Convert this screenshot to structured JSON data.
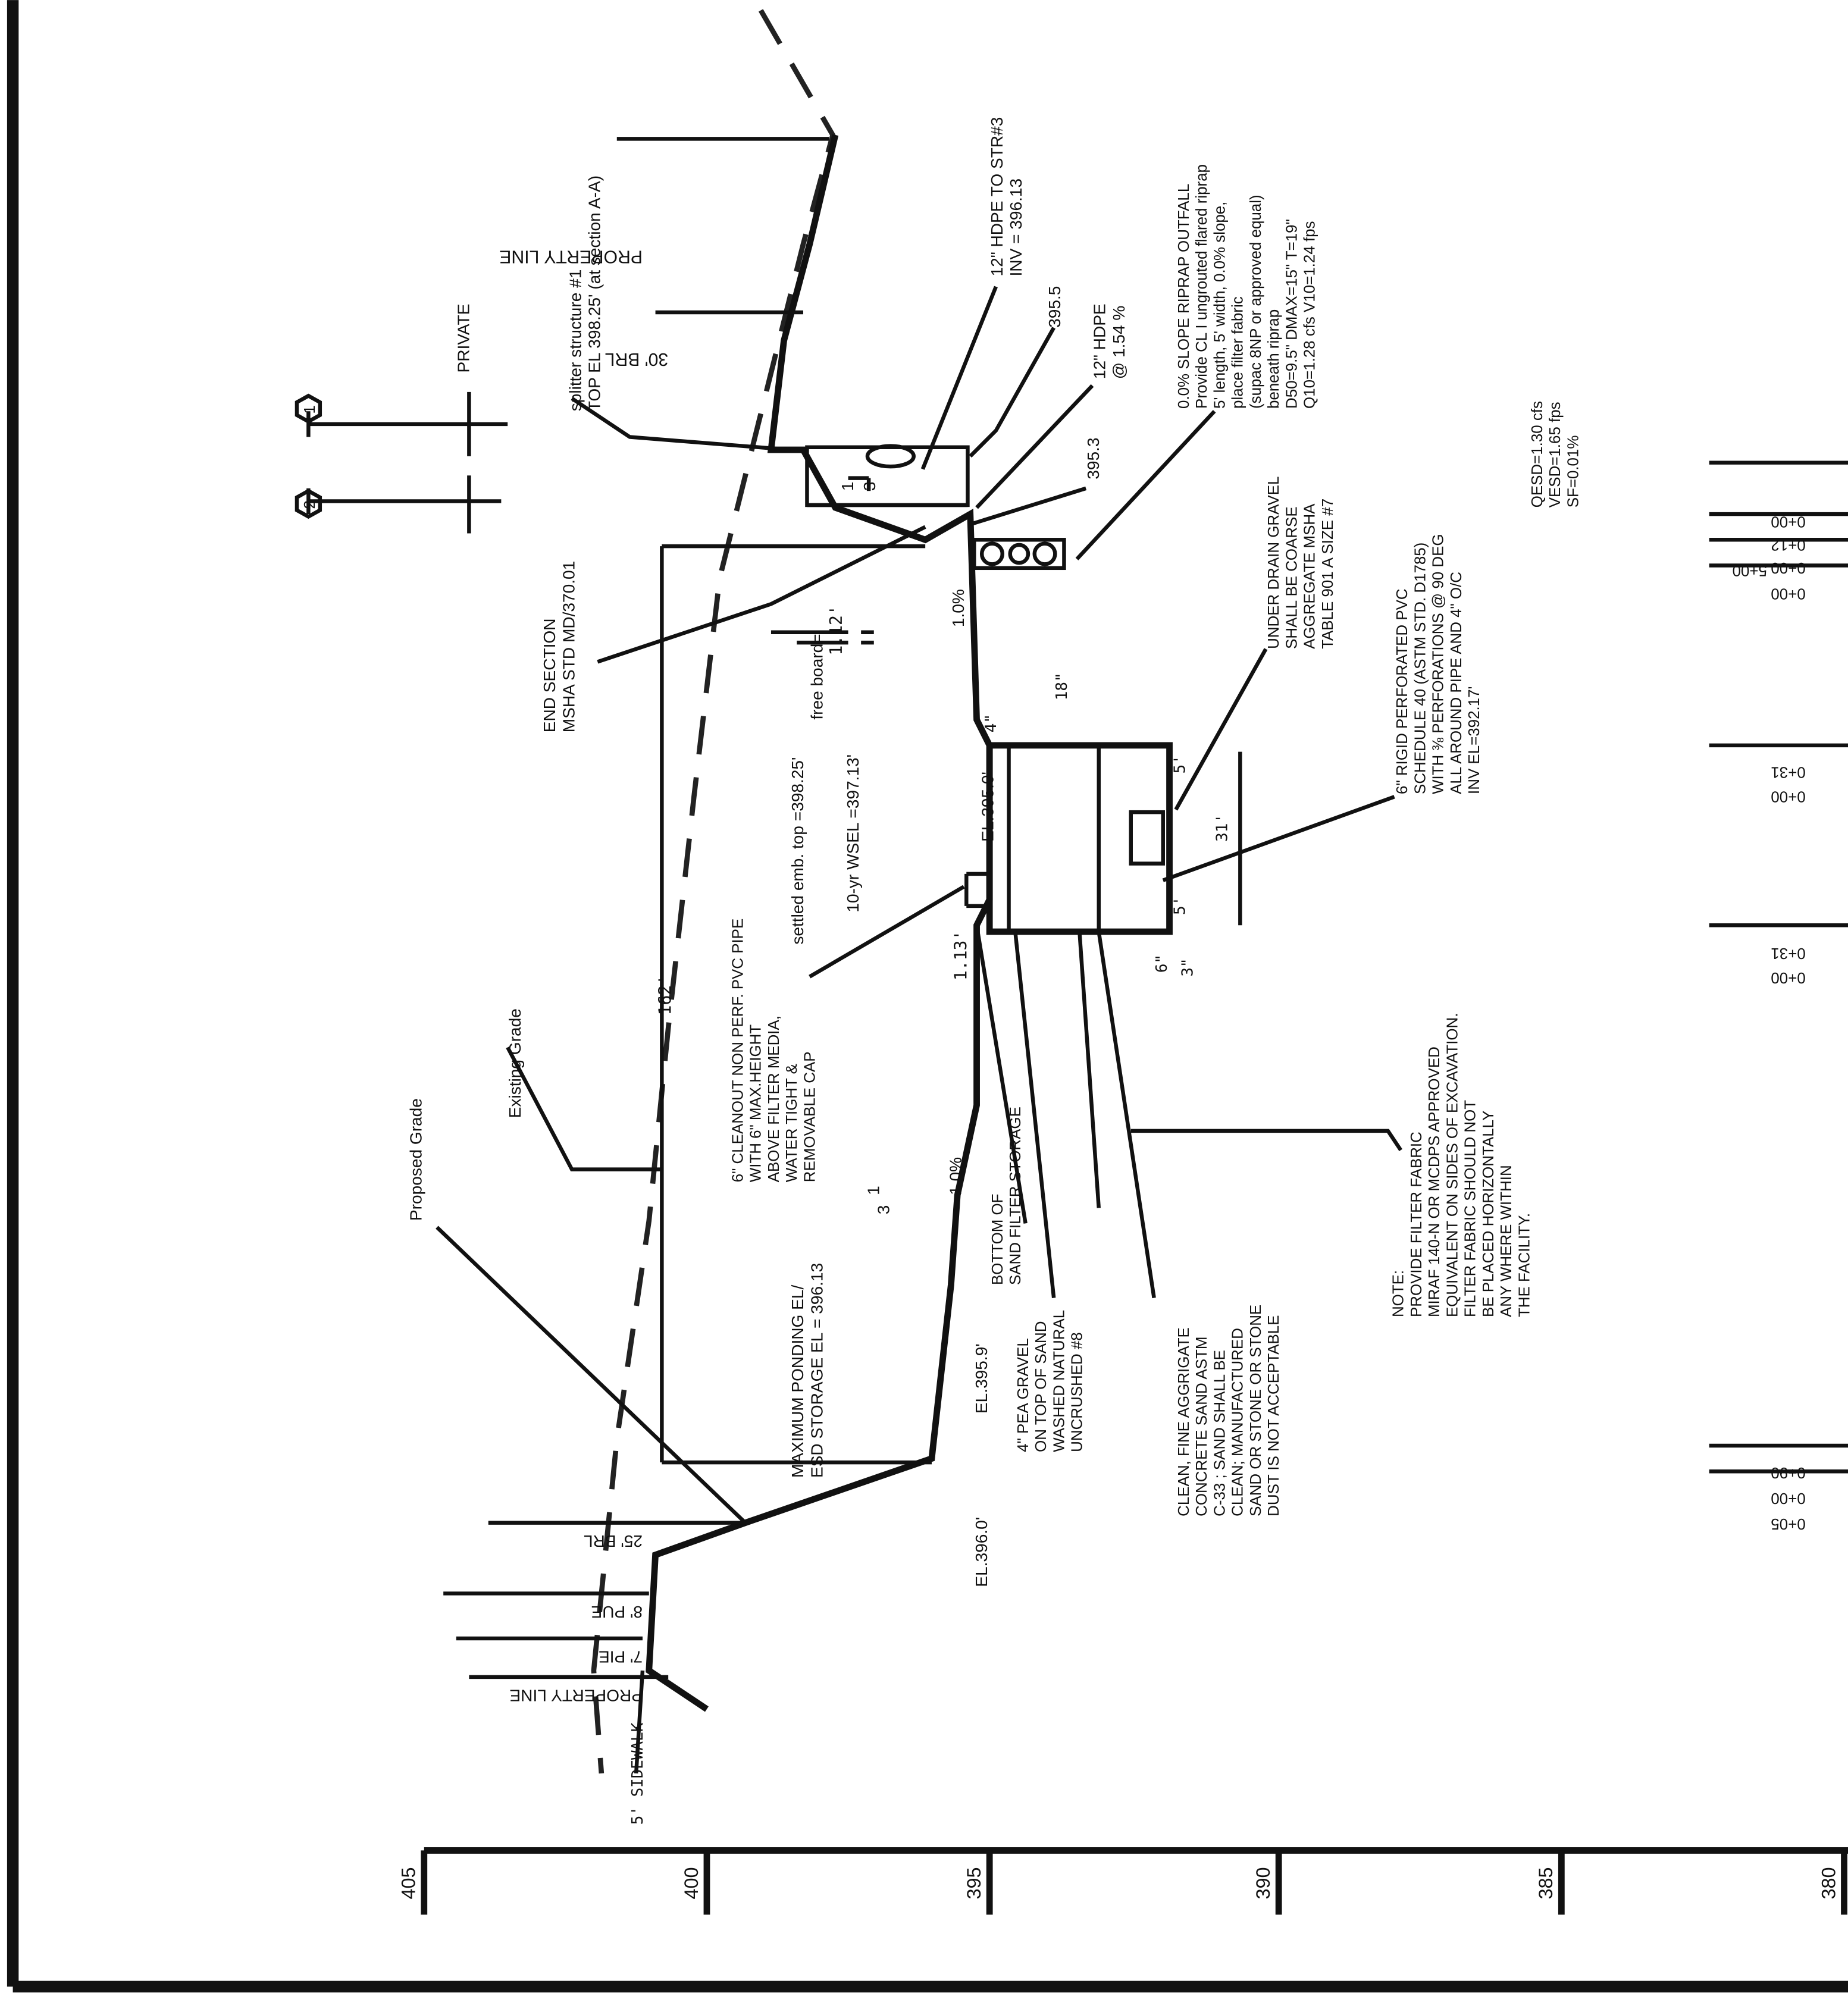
{
  "drawing": {
    "type": "sand filter cross section (rotated 90°)",
    "elevation_axis": {
      "labels": [
        "405",
        "400",
        "395",
        "390",
        "385",
        "380"
      ]
    },
    "stations": [
      "0+00",
      "0+12",
      "0+00",
      "5+00",
      "0+00",
      "0+31",
      "0+00",
      "0+31",
      "0+00",
      "0+90",
      "0+00",
      "0+05"
    ],
    "callouts": {
      "property_line_top": "PROPERTY LINE",
      "brl_30": "30' BRL",
      "private": "PRIVATE",
      "marker_1": "1",
      "marker_2": "2",
      "splitter_1": "splitter structure #1",
      "splitter_2": "TOP EL 398.25' (at section A-A)",
      "hdpe_str3_1": "12\" HDPE TO STR#3",
      "hdpe_str3_2": "INV = 396.13",
      "el_3955": "395.5",
      "hdpe_slope_1": "12\" HDPE",
      "hdpe_slope_2": "@ 1.54 %",
      "el_3953": "395.3",
      "riprap": [
        "0.0% SLOPE RIPRAP OUTFALL",
        "Provide CL I ungrouted flared riprap",
        "5' length, 5' width, 0.0% slope,",
        "place filter fabric",
        "(supac 8NP or approved equal)",
        "beneath riprap",
        "D50=9.5\"   DMAX=15\"   T=19\"",
        "Q10=1.28 cfs   V10=1.24 fps"
      ],
      "q_esd": [
        "QESD=1.30 cfs",
        "VESD=1.65 fps",
        "SF=0.01%"
      ],
      "end_section": [
        "END SECTION",
        "MSHA STD MD/370.01"
      ],
      "dim_162": "162'",
      "slope_1pct": "1.0%",
      "slope_31": "3",
      "slope_1": "1",
      "settled_emb": "settled emb. top =398.25'",
      "free_board": "free board=",
      "free_board_val": "1.12'",
      "wsel": "10-yr WSEL =397.13'",
      "dim_4": "4\"",
      "dim_18": "18\"",
      "el_3950": "EL.395.0'",
      "dim_31": "31'",
      "dim_5a": "5'",
      "dim_5b": "5'",
      "dim_6": "6\"",
      "dim_3": "3\"",
      "dim_113": "1.13'",
      "underdrain": [
        "UNDER DRAIN GRAVEL",
        "SHALL BE COARSE",
        "AGGREGATE MSHA",
        "TABLE 901 A SIZE #7"
      ],
      "perforated_pvc": [
        "6\" RIGID  PERFORATED PVC",
        "SCHEDULE 40 (ASTM STD. D1785)",
        "WITH ⅜  PERFORATIONS @ 90 DEG",
        "ALL AROUND PIPE AND 4\" O/C",
        "INV EL=392.17'"
      ],
      "cleanout": [
        "6\" CLEANOUT NON PERF. PVC PIPE",
        "WITH 6\" MAX.HEIGHT",
        "ABOVE FILTER MEDIA,",
        "WATER TIGHT &",
        "REMOVABLE CAP"
      ],
      "existing_grade": "Existing Grade",
      "proposed_grade": "Proposed Grade",
      "max_ponding": [
        "MAXIMUM PONDING EL/",
        "ESD STORAGE EL = 396.13"
      ],
      "bottom_sand": [
        "BOTTOM OF",
        "SAND FILTER STORAGE"
      ],
      "el_3959": "EL.395.9'",
      "pea_gravel": [
        "4\" PEA GRAVEL",
        "ON TOP OF SAND",
        "WASHED NATURAL",
        "UNCRUSHED #8"
      ],
      "clean_fine": [
        "CLEAN, FINE AGGRIGATE",
        "CONCRETE SAND ASTM",
        "C-33 ; SAND SHALL BE",
        "CLEAN; MANUFACTURED",
        "SAND OR STONE OR STONE",
        "DUST IS NOT ACCEPTABLE"
      ],
      "note": [
        "NOTE:",
        "PROVIDE FILTER FABRIC",
        "MIRAF 140-N OR MCDPS APPROVED",
        "EQUIVALENT ON SIDES OF EXCAVATION.",
        "FILTER FABRIC SHOULD NOT",
        "BE PLACED HORIZONTALLY",
        "ANY WHERE WITHIN",
        "THE FACILITY."
      ],
      "el_3960": "EL.396.0'",
      "brl_25": "25' BRL",
      "pue_8": "8' PUE",
      "pie_7": "7' PIE",
      "property_line_bottom": "PROPERTY LINE",
      "sidewalk": "5' SIDEWALK"
    }
  }
}
